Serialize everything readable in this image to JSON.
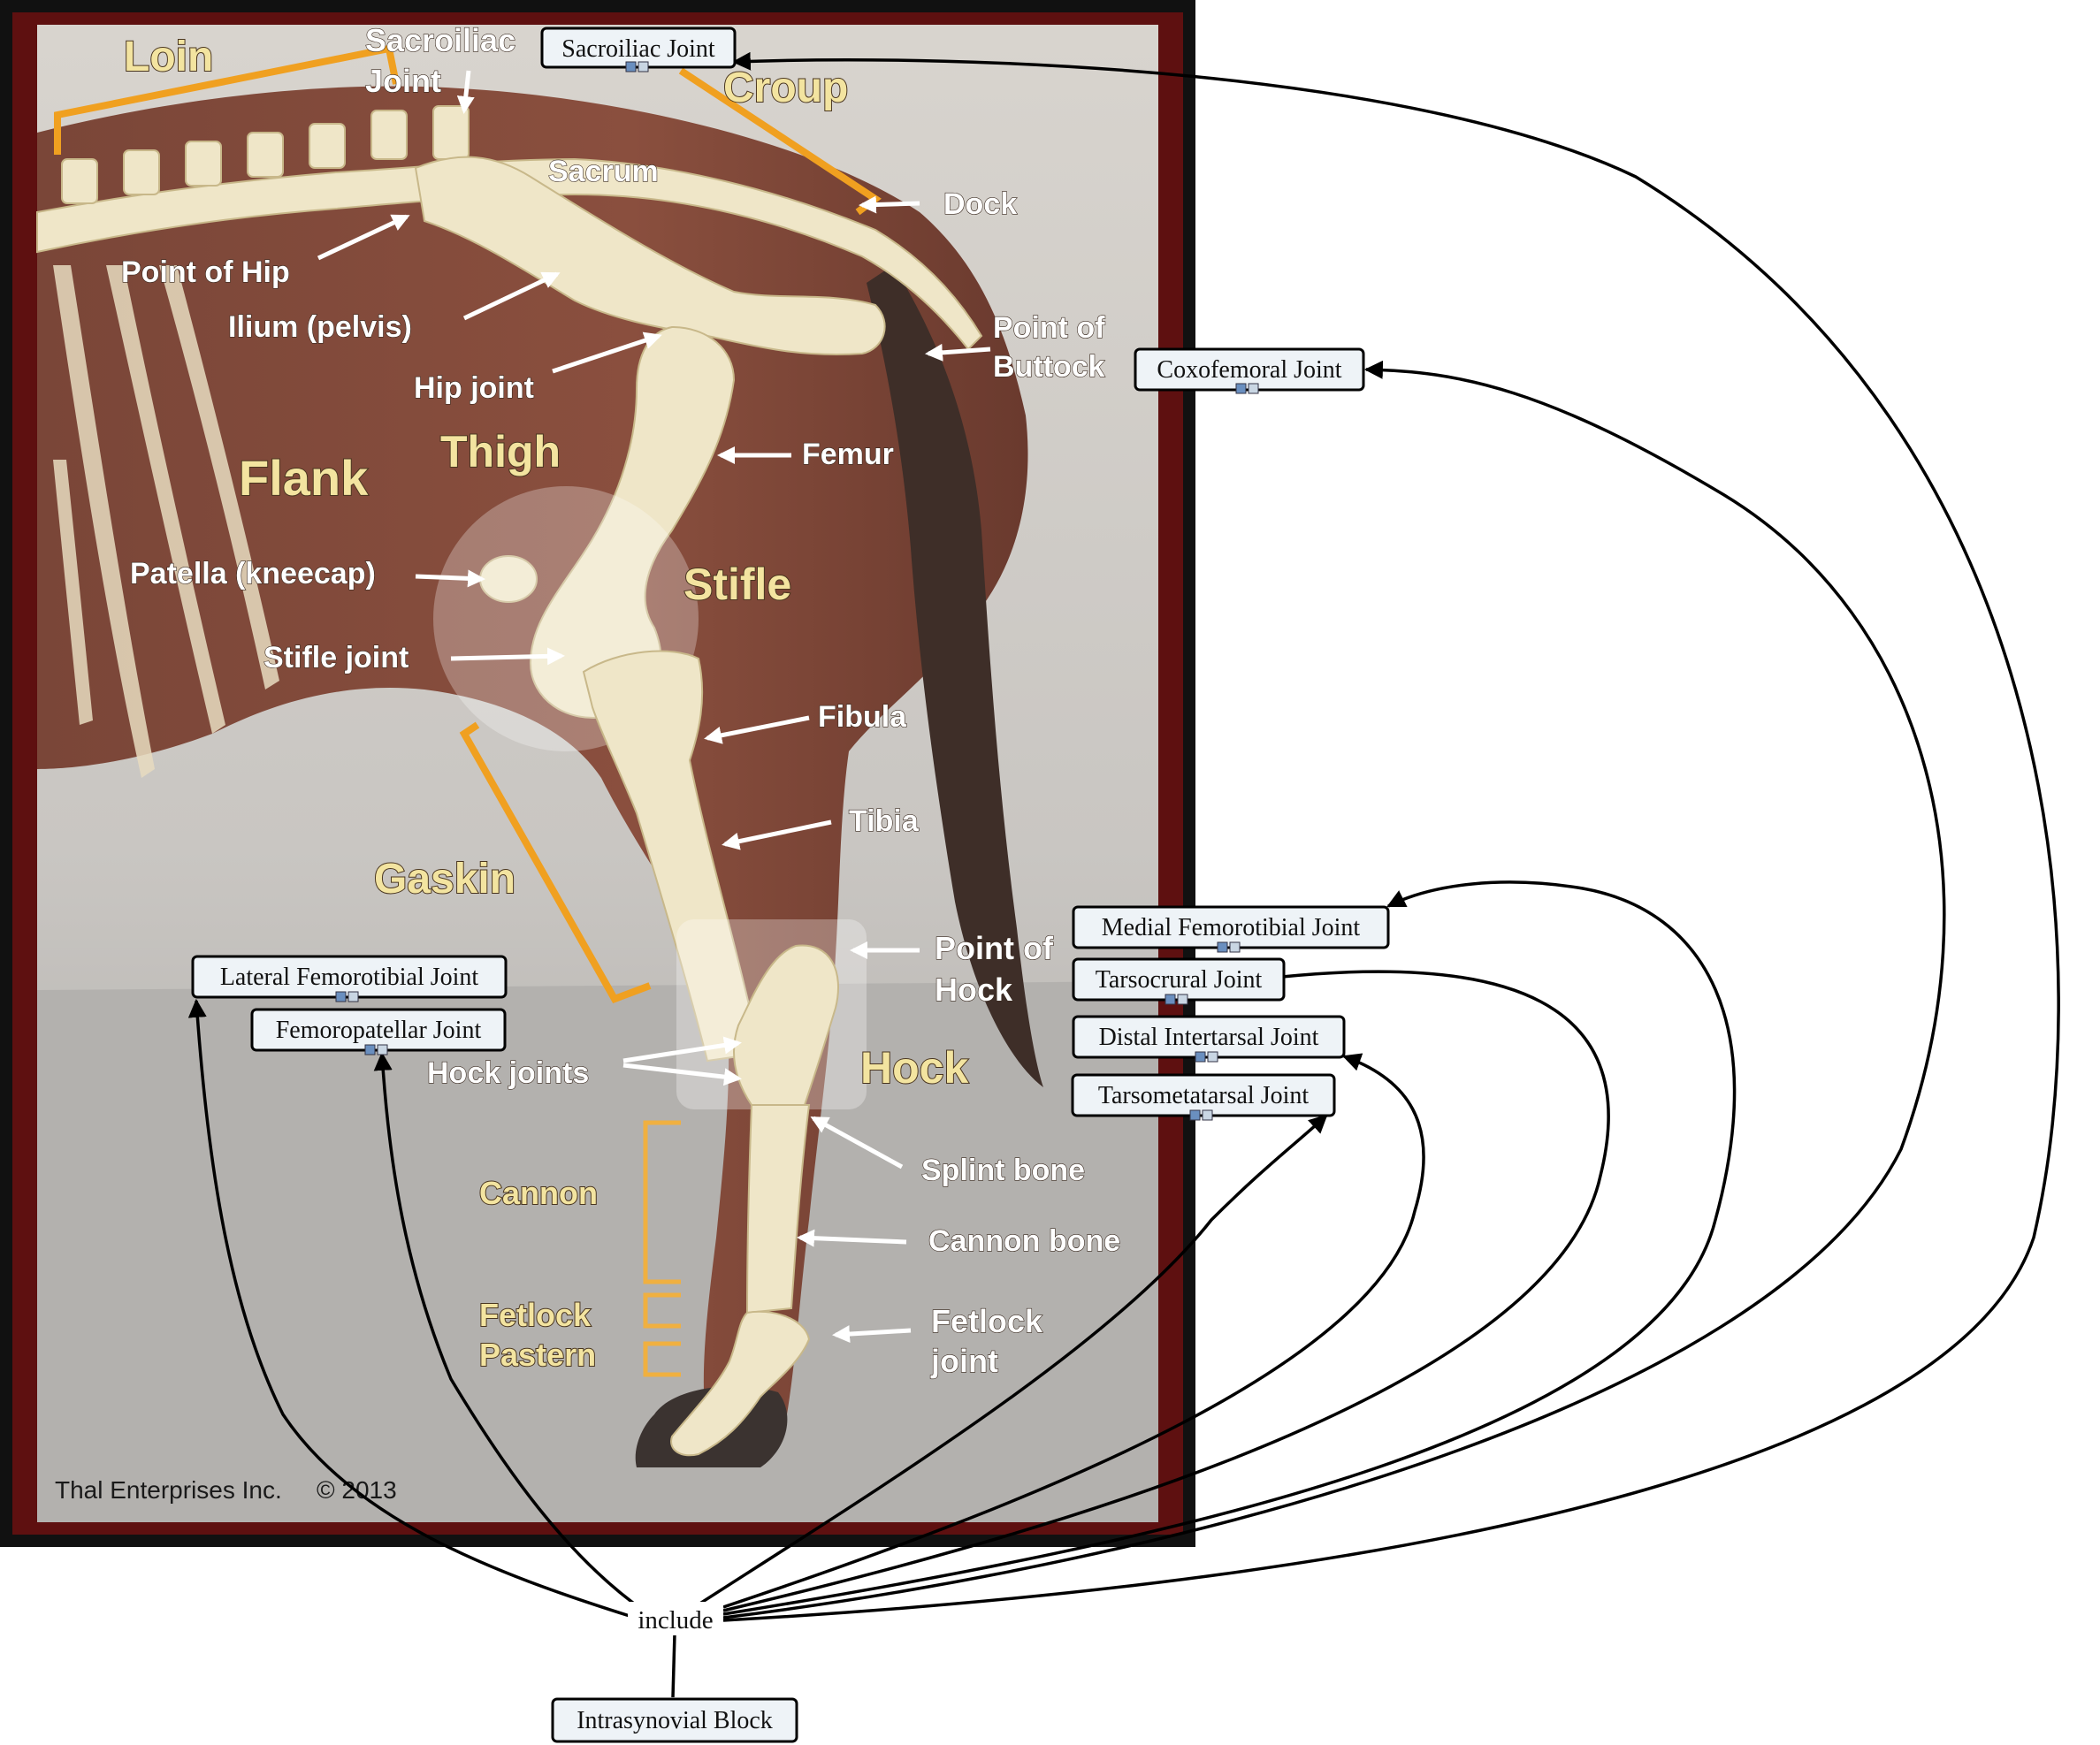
{
  "image": {
    "credit": "Thal Enterprises Inc.",
    "copyright": "© 2013",
    "region_labels": {
      "loin": "Loin",
      "croup": "Croup",
      "flank": "Flank",
      "thigh": "Thigh",
      "stifle": "Stifle",
      "gaskin": "Gaskin",
      "hock": "Hock",
      "cannon": "Cannon",
      "fetlock": "Fetlock",
      "pastern": "Pastern"
    },
    "part_labels": {
      "sacroiliac_1": "Sacroiliac",
      "sacroiliac_2": "Joint",
      "sacrum": "Sacrum",
      "dock": "Dock",
      "point_of_hip": "Point of Hip",
      "ilium": "Ilium (pelvis)",
      "hip_joint": "Hip joint",
      "point_of_buttock_1": "Point of",
      "point_of_buttock_2": "Buttock",
      "femur": "Femur",
      "patella": "Patella (kneecap)",
      "stifle_joint": "Stifle joint",
      "fibula": "Fibula",
      "tibia": "Tibia",
      "point_of_hock_1": "Point of",
      "point_of_hock_2": "Hock",
      "hock_joints": "Hock joints",
      "splint_bone": "Splint bone",
      "cannon_bone": "Cannon bone",
      "fetlock_joint_1": "Fetlock",
      "fetlock_joint_2": "joint"
    }
  },
  "nodes": {
    "sacroiliac": "Sacroiliac Joint",
    "coxofemoral": "Coxofemoral Joint",
    "medial_femorotibial": "Medial Femorotibial Joint",
    "tarsocrural": "Tarsocrural Joint",
    "distal_intertarsal": "Distal Intertarsal Joint",
    "tarsometatarsal": "Tarsometatarsal Joint",
    "lateral_femorotibial": "Lateral Femorotibial Joint",
    "femoropatellar": "Femoropatellar Joint",
    "intrasynovial_block": "Intrasynovial Block"
  },
  "relation_label": "include",
  "colors": {
    "frame_outer": "#111111",
    "frame_inner": "#5e1010",
    "node_fill": "#eef3f7",
    "region_text": "#f3e4a0",
    "bracket": "#f0a020"
  }
}
